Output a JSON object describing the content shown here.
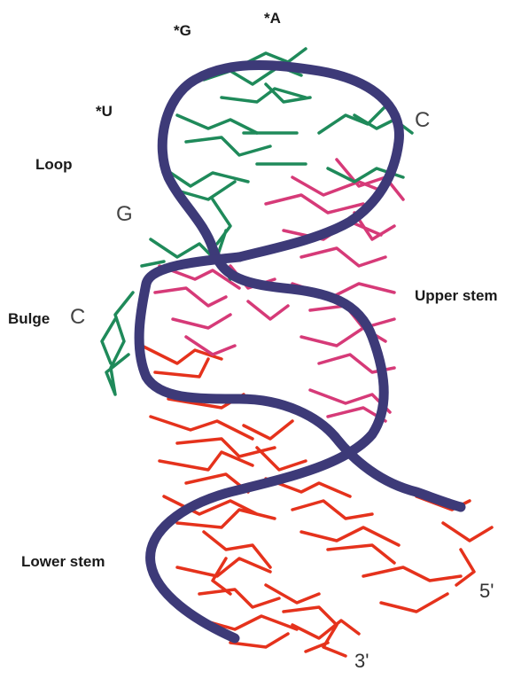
{
  "labels": {
    "star_g": "*G",
    "star_a": "*A",
    "star_u": "*U",
    "c_top": "C",
    "loop": "Loop",
    "g": "G",
    "bulge": "Bulge",
    "bulge_c": "C",
    "upper_stem": "Upper stem",
    "lower_stem": "Lower stem",
    "five_prime": "5'",
    "three_prime": "3'"
  },
  "colors": {
    "backbone": "#3d3a78",
    "loop_bases": "#1f8a5a",
    "upper_stem_bases": "#d63a78",
    "lower_stem_bases": "#e5321c"
  }
}
